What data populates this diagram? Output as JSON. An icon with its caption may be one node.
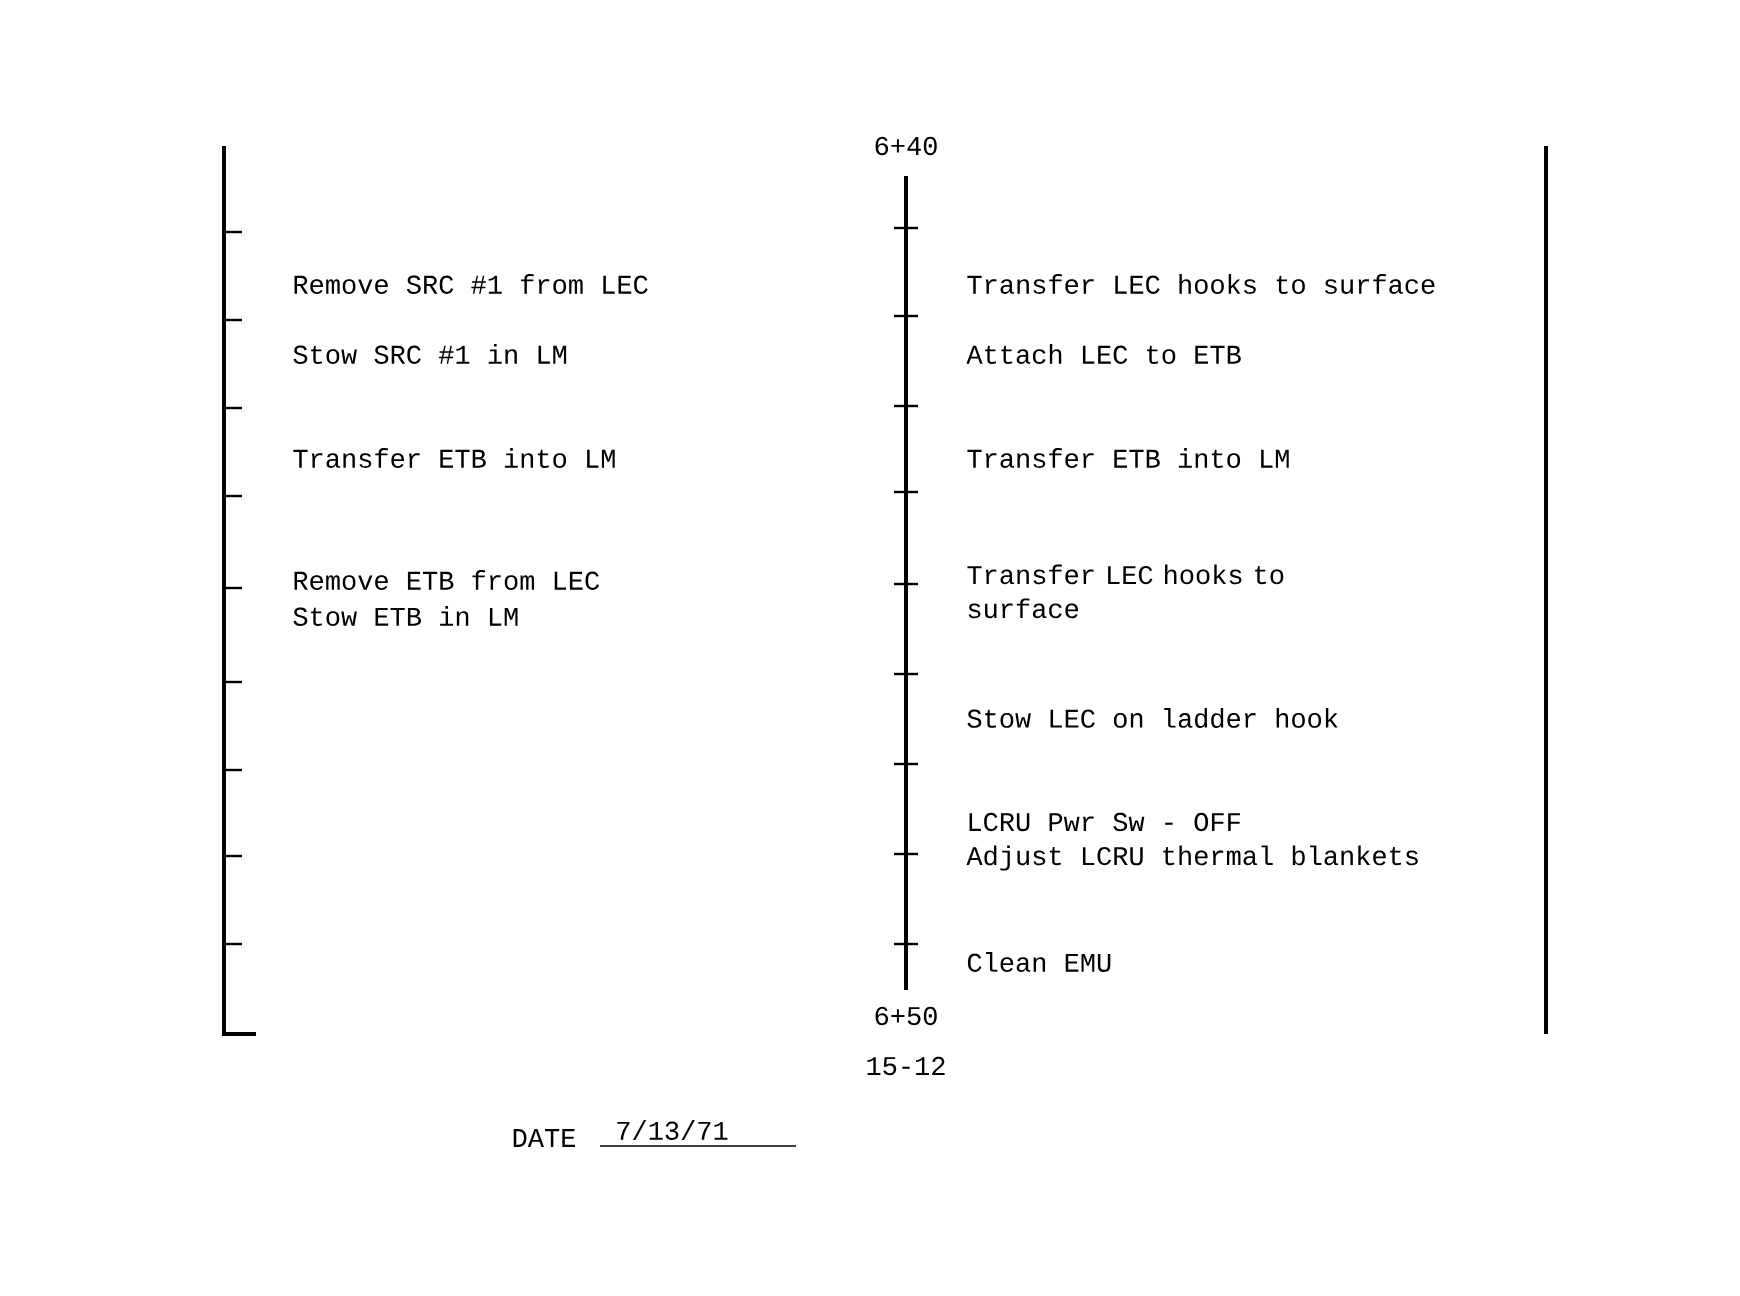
{
  "diagram": {
    "labels": [
      "6+40",
      "Remove SRC #1 from LEC",
      "Transfer LEC hooks to surface",
      "Stow SRC #1 in LM",
      "Attach LEC to ETB",
      "Transfer ETB into LM",
      "Transfer ETB into LM",
      "Remove ETB from LEC",
      "Transfer LEC hooks to surface",
      "Stow ETB in LM",
      "Stow LEC on ladder hook",
      "LCRU Pwr Sw - OFF",
      "Adjust LCRU thermal blankets",
      "Clean EMU",
      "6+50",
      "15-12",
      "DATE",
      "7/13/71"
    ]
  }
}
